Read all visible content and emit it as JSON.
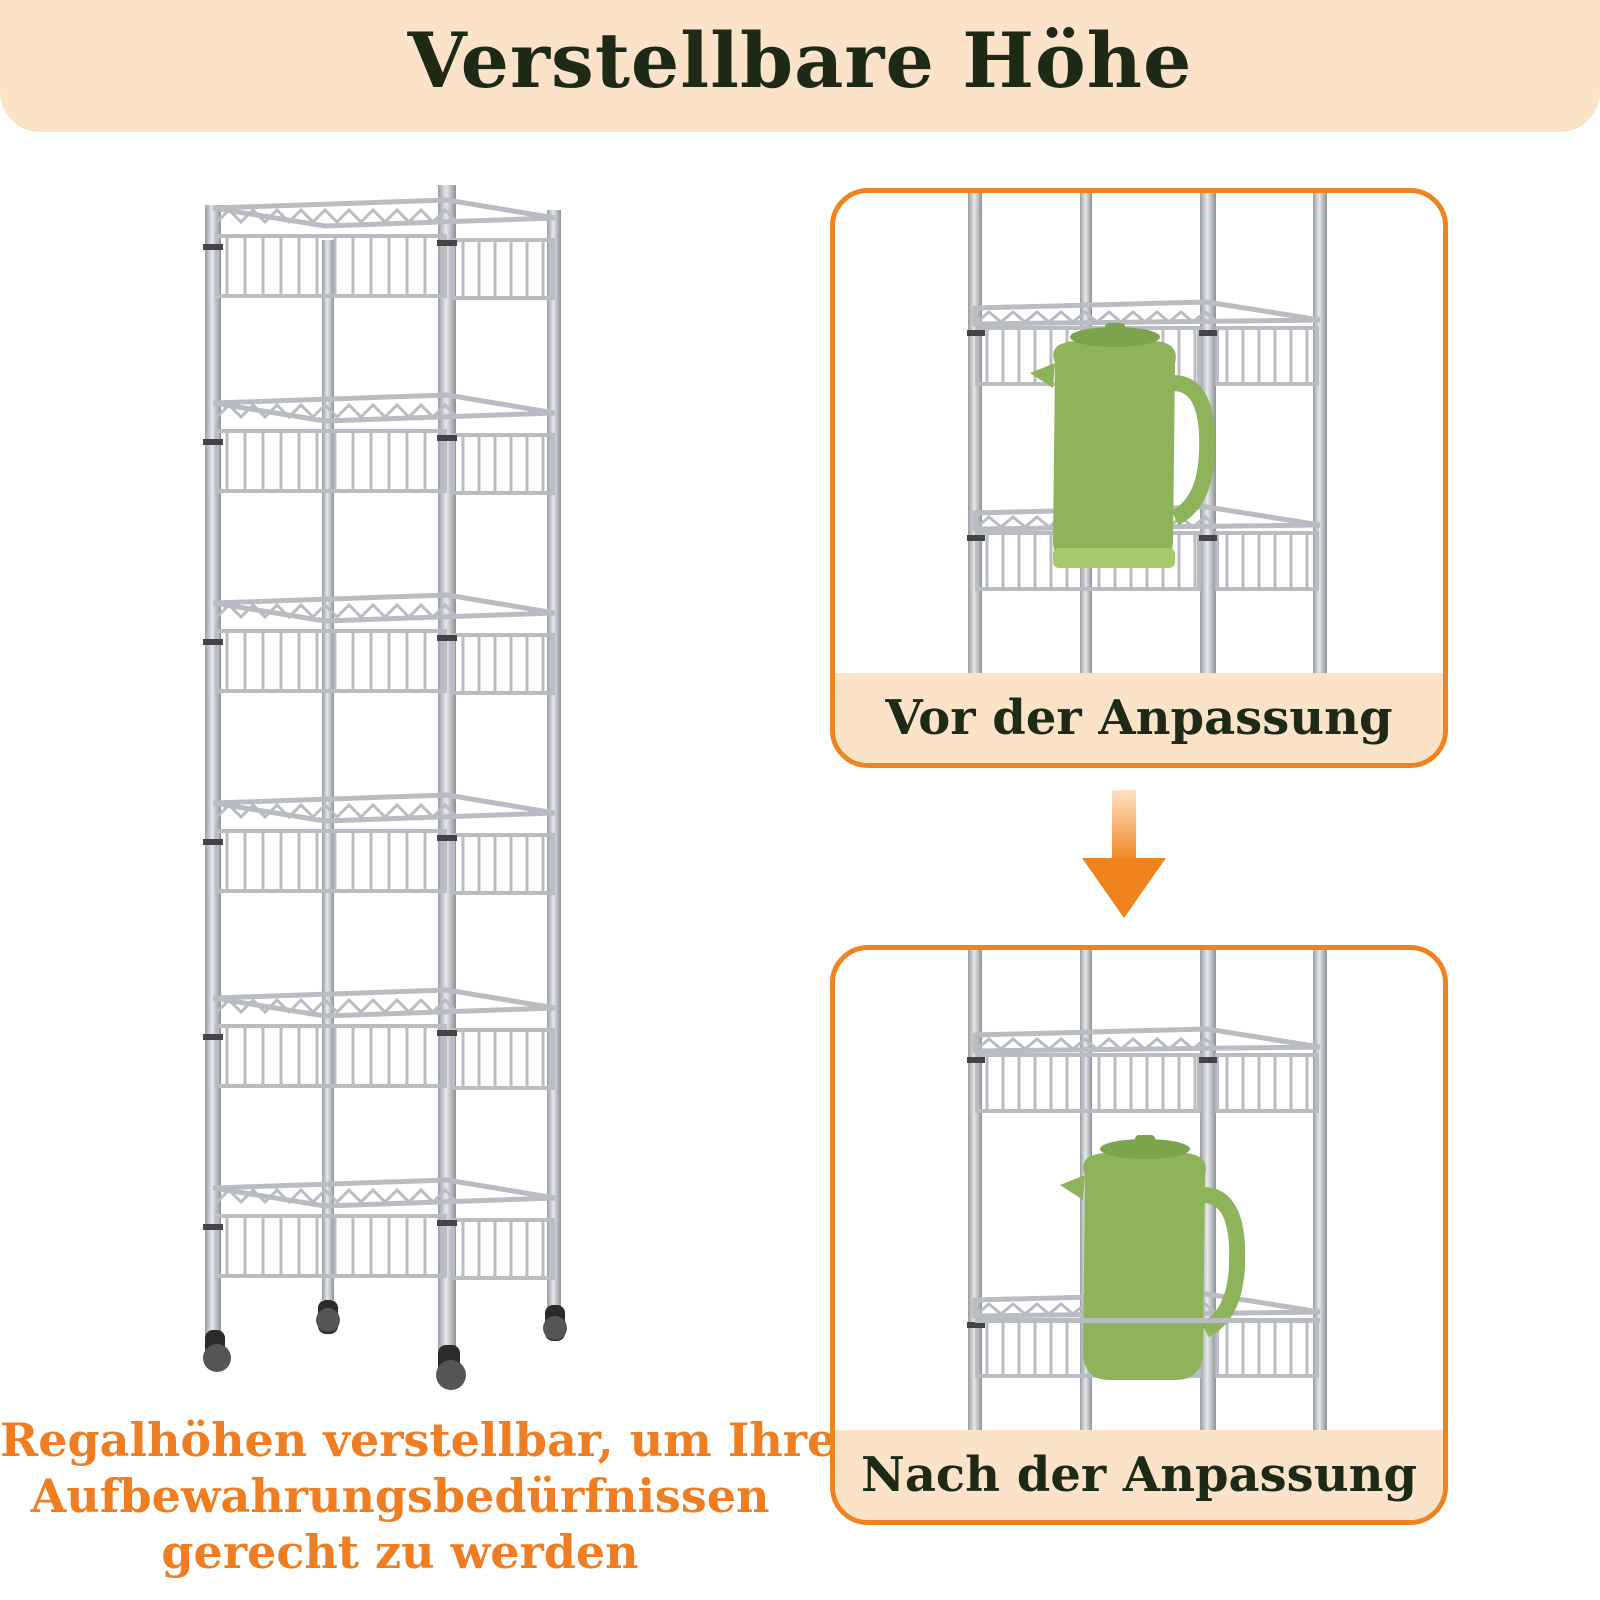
{
  "header": {
    "title": "Verstellbare Höhe"
  },
  "caption": {
    "line1": "Regalhöhen verstellbar, um Ihren",
    "line2": "Aufbewahrungsbedürfnissen",
    "line3": "gerecht zu werden"
  },
  "panels": {
    "before_label": "Vor der Anpassung",
    "after_label": "Nach der Anpassung"
  },
  "colors": {
    "banner": "#fbe3c9",
    "accent": "#ef841f",
    "title": "#1f2a16",
    "kettle": "#8fb35a",
    "metal": "#b9bcc0"
  },
  "rack": {
    "tiers": 6,
    "wheels": 4
  },
  "icons": {
    "arrow": "arrow-down-icon",
    "kettle": "kettle-icon"
  }
}
